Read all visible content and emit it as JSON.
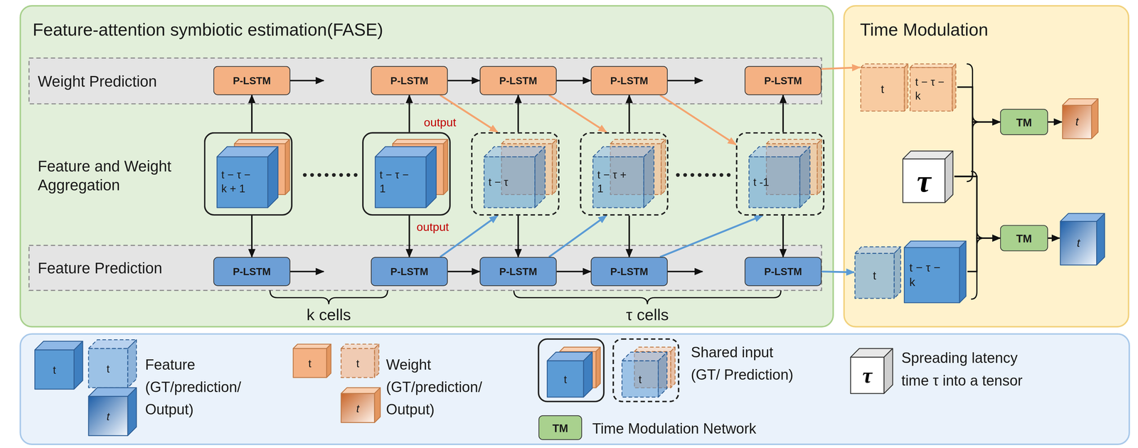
{
  "diagram": {
    "nodes": [
      {
        "text": [
          "Feature-attention symbiotic estimation(FASE)"
        ]
      },
      {
        "text": [
          "Weight Prediction"
        ],
        "in": 0
      },
      {
        "text": [
          "Feature Prediction"
        ],
        "in": 0
      },
      {
        "text": [
          "P-LSTM"
        ],
        "in": 1
      },
      {
        "text": [
          "P-LSTM"
        ],
        "in": 1
      },
      {
        "text": [
          "P-LSTM"
        ],
        "in": 1
      },
      {
        "text": [
          "P-LSTM"
        ],
        "in": 1
      },
      {
        "text": [
          "P-LSTM"
        ],
        "in": 1
      },
      {
        "text": [
          "P-LSTM"
        ],
        "in": 2
      },
      {
        "text": [
          "P-LSTM"
        ],
        "in": 2
      },
      {
        "text": [
          "P-LSTM"
        ],
        "in": 2
      },
      {
        "text": [
          "P-LSTM"
        ],
        "in": 2
      },
      {
        "text": [
          "P-LSTM"
        ],
        "in": 2
      },
      {
        "text": [
          "t − τ − k + 1"
        ],
        "in": 0
      },
      {
        "text": [
          "t − τ − 1"
        ],
        "in": 0
      },
      {
        "text": [
          "t − τ"
        ],
        "in": 0
      },
      {
        "text": [
          "t − τ + 1"
        ],
        "in": 0
      },
      {
        "text": [
          "t -1"
        ],
        "in": 0
      },
      {
        "text": [
          "Time Modulation"
        ]
      },
      {
        "text": [
          "t"
        ],
        "in": 18
      },
      {
        "text": [
          "t − τ − k"
        ],
        "in": 18
      },
      {
        "text": [
          "TM"
        ],
        "in": 18
      },
      {
        "text": [
          "t"
        ],
        "in": 18
      },
      {
        "text": [
          "τ"
        ],
        "in": 18
      },
      {
        "text": [
          "t"
        ],
        "in": 18
      },
      {
        "text": [
          "t − τ − k"
        ],
        "in": 18
      },
      {
        "text": [
          "TM"
        ],
        "in": 18
      },
      {
        "text": [
          "t"
        ],
        "in": 18
      }
    ],
    "edges": [
      {
        "from": 13,
        "to": 3,
        "arrow": "to"
      },
      {
        "from": 13,
        "to": 8,
        "arrow": "to"
      },
      {
        "from": 14,
        "to": 4,
        "arrow": "to"
      },
      {
        "from": 14,
        "to": 9,
        "arrow": "to"
      },
      {
        "from": 15,
        "to": 5,
        "arrow": "to"
      },
      {
        "from": 15,
        "to": 10,
        "arrow": "to"
      },
      {
        "from": 16,
        "to": 6,
        "arrow": "to"
      },
      {
        "from": 16,
        "to": 11,
        "arrow": "to"
      },
      {
        "from": 17,
        "to": 7,
        "arrow": "to"
      },
      {
        "from": 17,
        "to": 12,
        "arrow": "to"
      },
      {
        "from": 4,
        "to": 5,
        "arrow": "to"
      },
      {
        "from": 5,
        "to": 6,
        "arrow": "to"
      },
      {
        "from": 9,
        "to": 10,
        "arrow": "to"
      },
      {
        "from": 10,
        "to": 11,
        "arrow": "to"
      },
      {
        "from": 4,
        "to": 15,
        "label": "output",
        "arrow": "to"
      },
      {
        "from": 5,
        "to": 16,
        "arrow": "to"
      },
      {
        "from": 6,
        "to": 17,
        "arrow": "to"
      },
      {
        "from": 9,
        "to": 15,
        "label": "output",
        "arrow": "to"
      },
      {
        "from": 10,
        "to": 16,
        "arrow": "to"
      },
      {
        "from": 11,
        "to": 17,
        "arrow": "to"
      },
      {
        "from": 7,
        "to": 19,
        "arrow": "to"
      },
      {
        "from": 12,
        "to": 24,
        "arrow": "to"
      },
      {
        "from": 20,
        "to": 21,
        "arrow": "to"
      },
      {
        "from": 23,
        "to": 21,
        "arrow": "to"
      },
      {
        "from": 23,
        "to": 26,
        "arrow": "to"
      },
      {
        "from": 25,
        "to": 26,
        "arrow": "to"
      },
      {
        "from": 21,
        "to": 22,
        "arrow": "to"
      },
      {
        "from": 26,
        "to": 27,
        "arrow": "to"
      }
    ],
    "labels": [
      "Feature and Weight Aggregation",
      "k cells",
      "τ cells",
      "t",
      "t",
      "t",
      "t",
      "t",
      "t",
      "t",
      "t",
      "TM",
      "τ"
    ],
    "legend": [
      {
        "text": "Feature (GT/prediction/ Output)",
        "color": "#5b9bd5"
      },
      {
        "text": "Weight (GT/prediction/ Output)",
        "color": "#f4b183"
      },
      {
        "text": "Shared input (GT/ Prediction)"
      },
      {
        "text": "Time Modulation Network",
        "color": "#a9d18e"
      },
      {
        "text": "Spreading latency time τ into a tensor"
      }
    ]
  }
}
